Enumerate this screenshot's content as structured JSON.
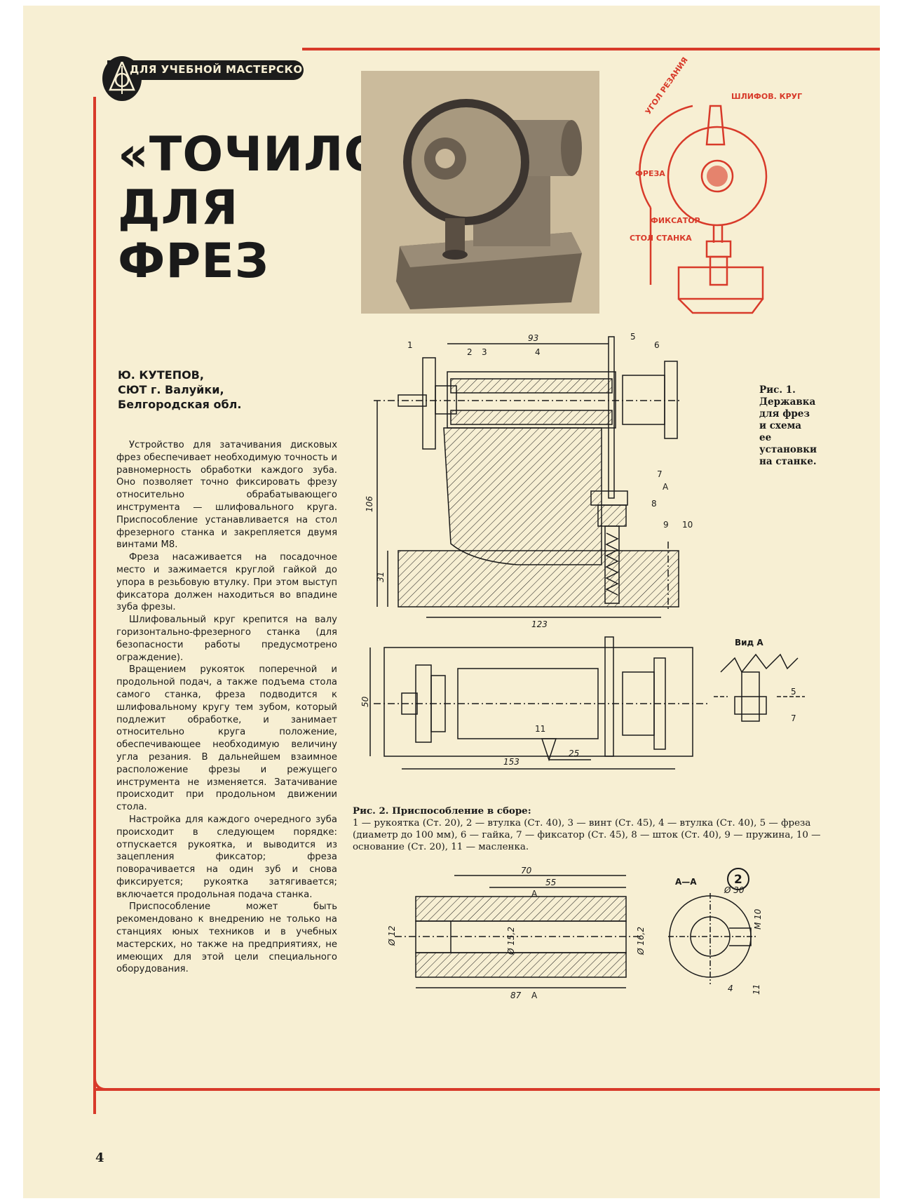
{
  "header": {
    "section": "ДЛЯ УЧЕБНОЙ МАСТЕРСКОЙ"
  },
  "title": {
    "line1": "«ТОЧИЛО»",
    "line2": "ДЛЯ",
    "line3": "ФРЕЗ"
  },
  "author": {
    "name": "Ю. КУТЕПОВ,",
    "org": "СЮТ г. Валуйки,",
    "region": "Белгородская обл."
  },
  "body": [
    "Устройство для затачивания дисковых фрез обеспечивает необходимую точность и равномерность обработки каждого зуба. Оно позволяет точно фиксировать фрезу относительно обрабатывающего инструмента — шлифовального круга. Приспособление устанавливается на стол фрезерного станка и закрепляется двумя винтами М8.",
    "Фреза насаживается на посадочное место и зажимается круглой гайкой до упора в резьбовую втулку. При этом выступ фиксатора должен находиться во впадине зуба фрезы.",
    "Шлифовальный круг крепится на валу горизонтально-фрезерного станка (для безопасности работы предусмотрено ограждение).",
    "Вращением рукояток поперечной и продольной подач, а также подъема стола самого станка, фреза подводится к шлифовальному кругу тем зубом, который подлежит обработке, и занимает относительно круга положение, обеспечивающее необходимую величину угла резания. В дальнейшем взаимное расположение фрезы и режущего инструмента не изменяется. Затачивание происходит при продольном движении стола.",
    "Настройка для каждого очередного зуба происходит в следующем порядке: отпускается рукоятка, и выводится из зацепления фиксатор; фреза поворачивается на один зуб и снова фиксируется; рукоятка затягивается; включается продольная подача станка.",
    "Приспособление может быть рекомендовано к внедрению не только на станциях юных техников и в учебных мастерских, но также на предприятиях, не имеющих для этой цели специального оборудования."
  ],
  "fig1": {
    "caption_lines": [
      "Рис. 1.",
      "Державка",
      "для фрез",
      "и схема",
      "ее",
      "установки",
      "на станке."
    ],
    "labels": {
      "angle": "УГОЛ РЕЗАНИЯ",
      "wheel": "ШЛИФОВ. КРУГ",
      "cutter": "ФРЕЗА",
      "fixer": "ФИКСАТОР",
      "table": "СТОЛ СТАНКА"
    }
  },
  "drawing": {
    "dims": {
      "d93": "93",
      "d106": "106",
      "d31": "31",
      "d123": "123",
      "d50": "50",
      "d153": "153",
      "d25": "25",
      "d70": "70",
      "d55": "55",
      "d87": "87",
      "d12": "Ø 12",
      "d152": "Ø 15,2",
      "d162": "Ø 16,2",
      "d30": "Ø 30",
      "m10": "М 10",
      "d4": "4",
      "d11": "11"
    },
    "parts": [
      "1",
      "2",
      "3",
      "4",
      "5",
      "6",
      "7",
      "8",
      "9",
      "10",
      "11"
    ],
    "view_a": "Вид А",
    "section_a": "А—А",
    "arrow_a": "А",
    "fig_number": "2"
  },
  "fig2": {
    "heading": "Рис. 2. Приспособление в сборе:",
    "text": "1 — рукоятка (Ст. 20), 2 — втулка (Ст. 40), 3 — винт (Ст. 45), 4 — втулка (Ст. 40), 5 — фреза (диаметр до 100 мм), 6 — гайка, 7 — фиксатор (Ст. 45), 8 — шток (Ст. 40), 9 — пружина, 10 — основание (Ст. 20), 11 — масленка."
  },
  "page_number": "4",
  "colors": {
    "accent": "#d83a2a",
    "paper": "#f7efd3",
    "ink": "#1a1a1a"
  }
}
